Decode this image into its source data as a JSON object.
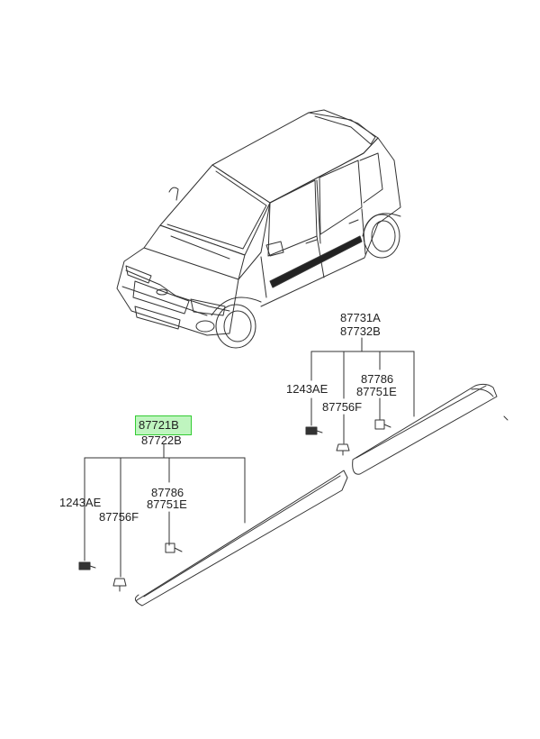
{
  "colors": {
    "line": "#333333",
    "highlight_fill": "#bff5bf",
    "highlight_border": "#33cc33",
    "background": "#ffffff"
  },
  "front_group": {
    "part_a": "87721B",
    "part_b": "87722B",
    "bolt": "1243AE",
    "clip": "87756F",
    "fastener_a": "87786",
    "fastener_b": "87751E"
  },
  "rear_group": {
    "part_a": "87731A",
    "part_b": "87732B",
    "bolt": "1243AE",
    "clip": "87756F",
    "fastener_a": "87786",
    "fastener_b": "87751E"
  }
}
